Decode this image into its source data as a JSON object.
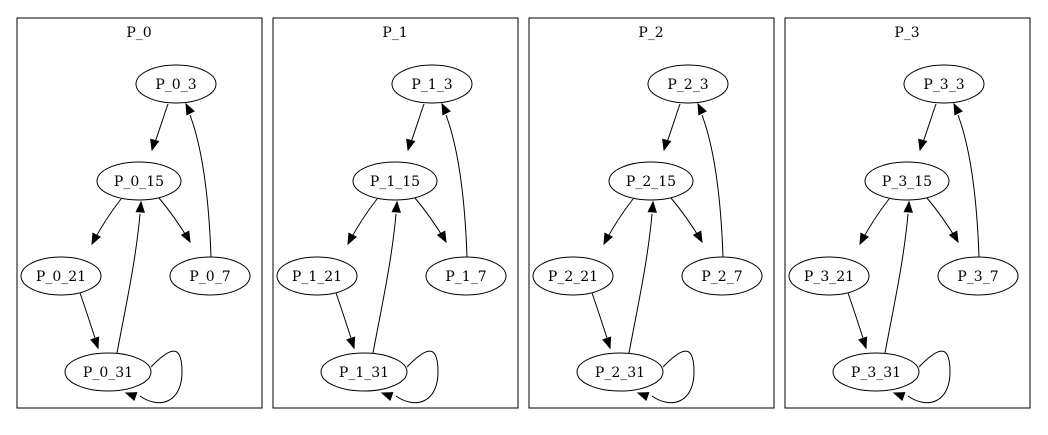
{
  "clusters": [
    {
      "label": "P_0",
      "nodes": [
        "P_0_3",
        "P_0_15",
        "P_0_21",
        "P_0_7",
        "P_0_31"
      ]
    },
    {
      "label": "P_1",
      "nodes": [
        "P_1_3",
        "P_1_15",
        "P_1_21",
        "P_1_7",
        "P_1_31"
      ]
    },
    {
      "label": "P_2",
      "nodes": [
        "P_2_3",
        "P_2_15",
        "P_2_21",
        "P_2_7",
        "P_2_31"
      ]
    },
    {
      "label": "P_3",
      "nodes": [
        "P_3_3",
        "P_3_15",
        "P_3_21",
        "P_3_7",
        "P_3_31"
      ]
    }
  ],
  "edges": [
    {
      "from": 0,
      "to": 1
    },
    {
      "from": 1,
      "to": 2
    },
    {
      "from": 1,
      "to": 3
    },
    {
      "from": 3,
      "to": 0
    },
    {
      "from": 2,
      "to": 4
    },
    {
      "from": 4,
      "to": 1
    },
    {
      "from": 4,
      "to": 4
    }
  ]
}
